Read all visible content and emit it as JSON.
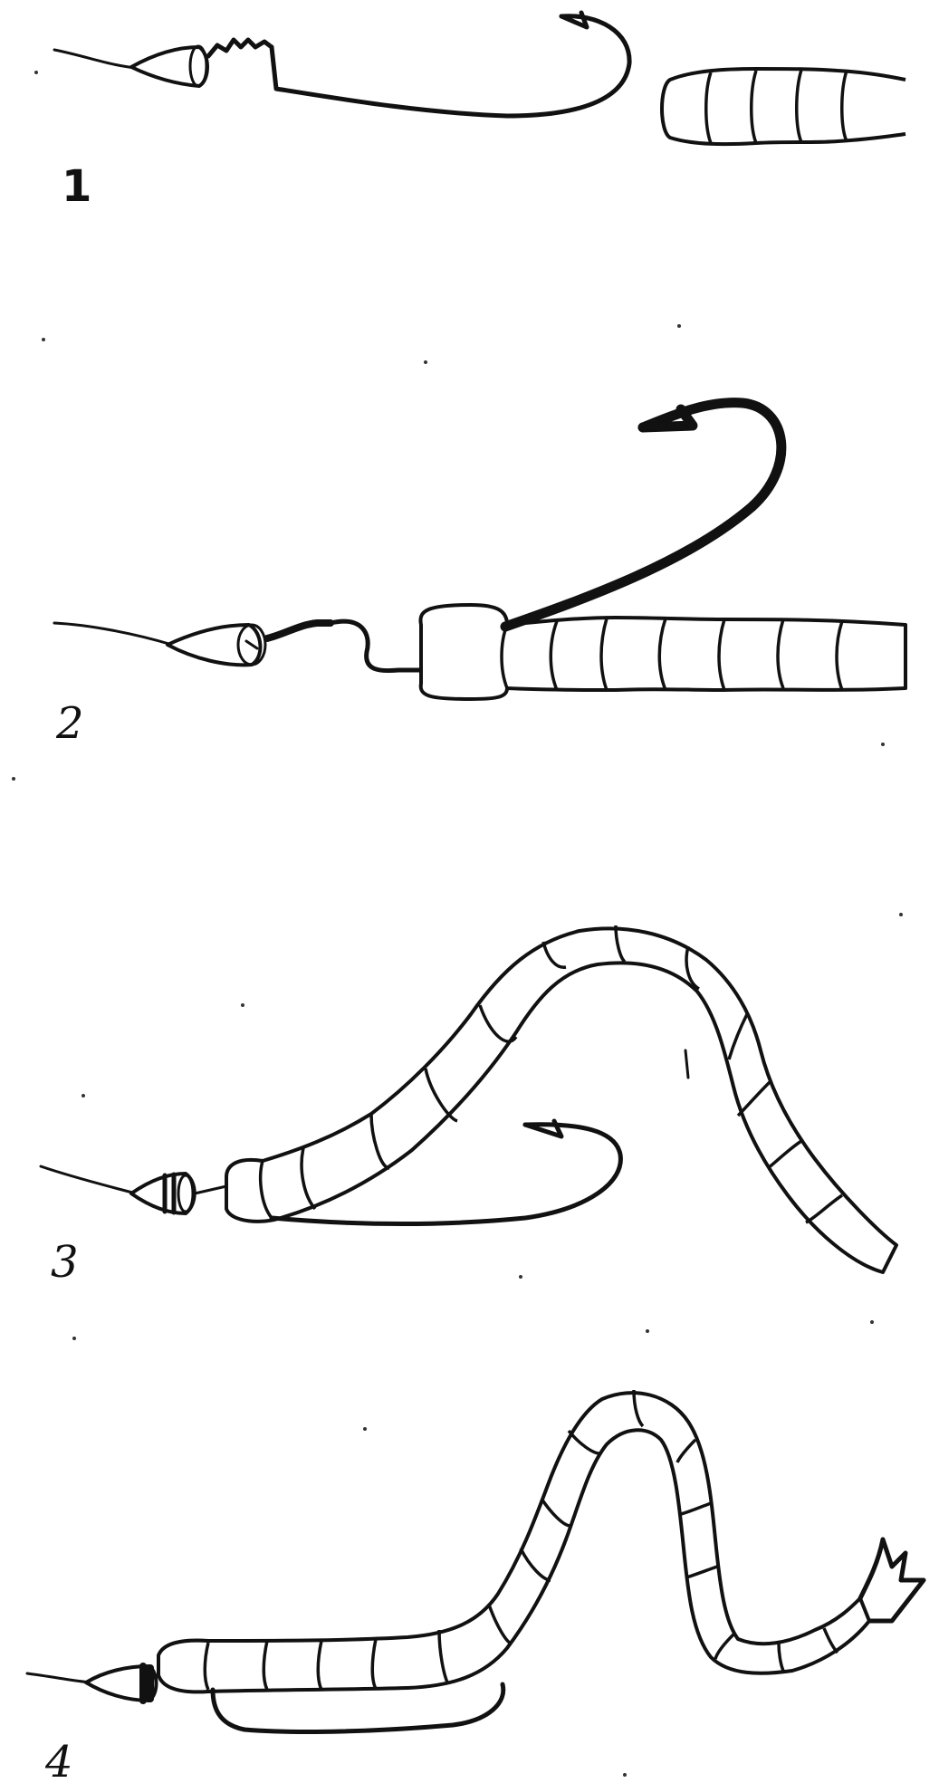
{
  "figure": {
    "background": "#ffffff",
    "ink": "#111111",
    "steps": [
      {
        "label": "1"
      },
      {
        "label": "2"
      },
      {
        "label": "3"
      },
      {
        "label": "4"
      }
    ]
  }
}
